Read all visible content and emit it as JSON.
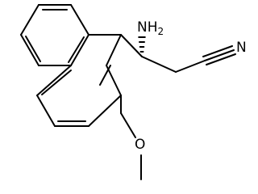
{
  "molecule": {
    "atoms": {
      "amino_group": {
        "text": "NH",
        "subscript": "2"
      },
      "nitrile_nitrogen": {
        "text": "N"
      },
      "methoxy_oxygen": {
        "text": "O"
      }
    },
    "stereo_center": {
      "bond_style": "hashed-wedge"
    },
    "colors": {
      "bond": "#000000",
      "label": "#000000",
      "background": "#ffffff"
    }
  }
}
